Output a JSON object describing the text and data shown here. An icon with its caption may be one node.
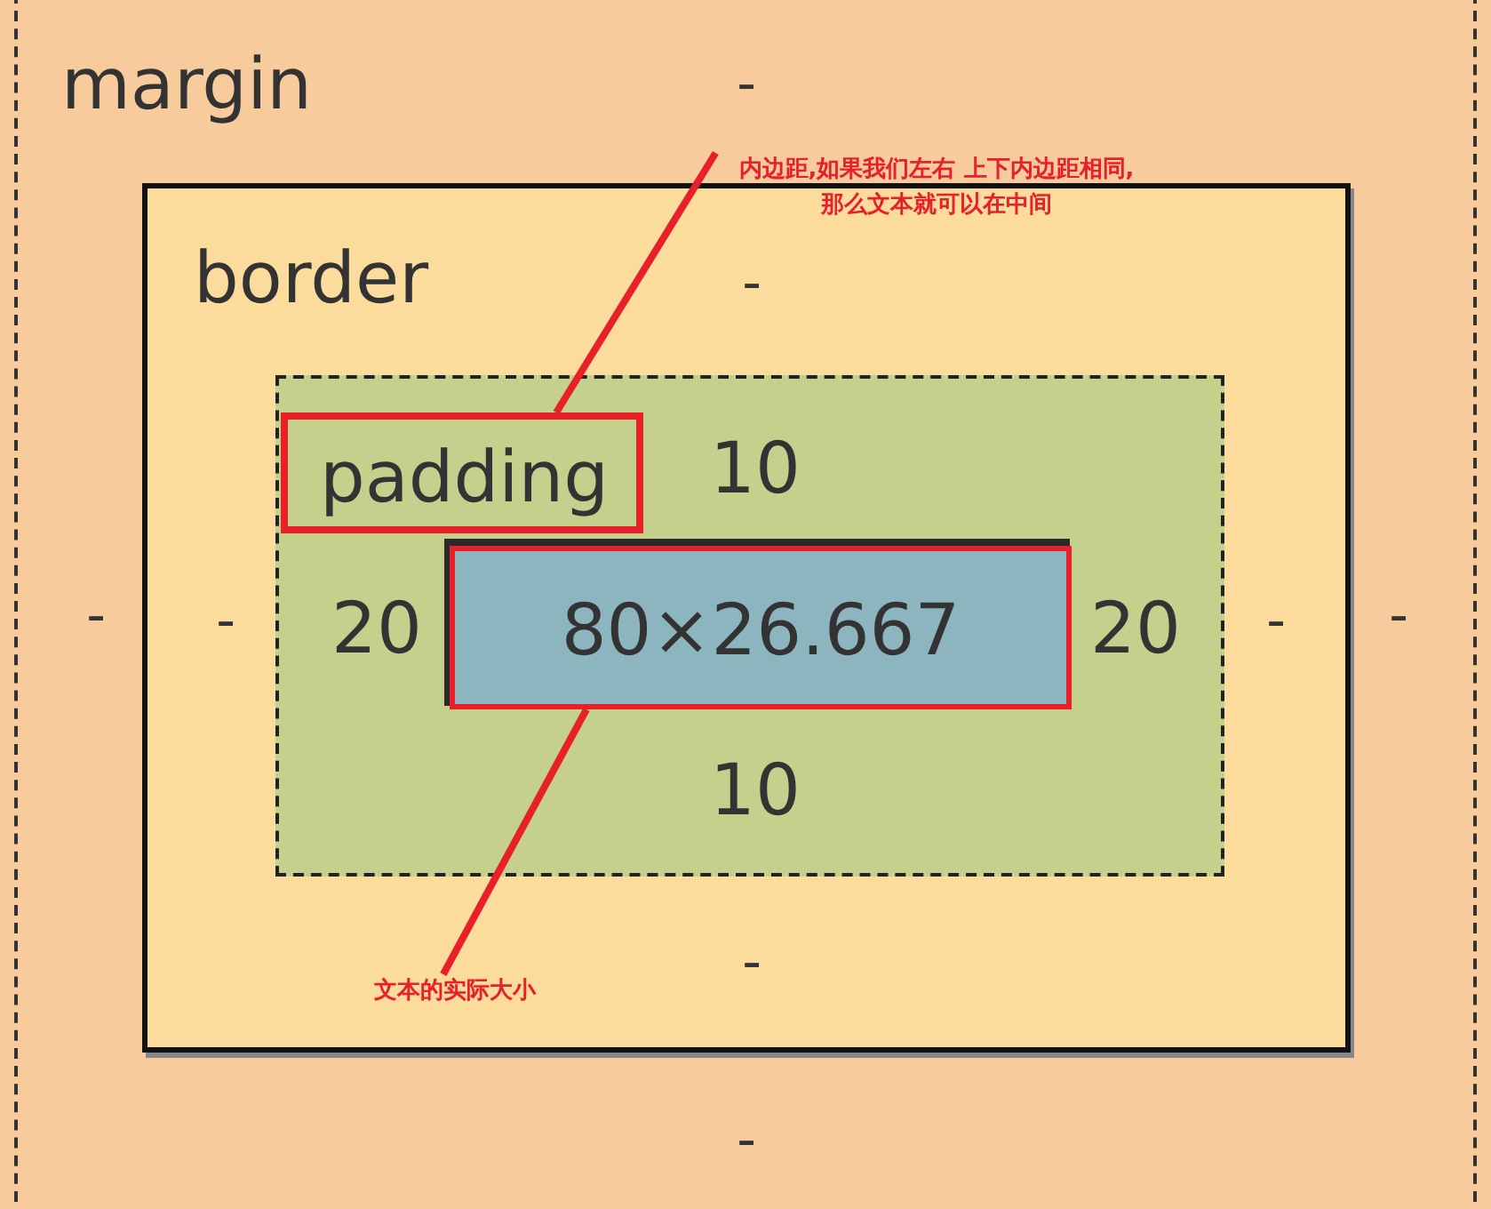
{
  "diagram": {
    "nodes": [
      {
        "text": [
          "margin",
          "-",
          "-",
          "-",
          "-"
        ]
      },
      {
        "text": [
          "border",
          "-",
          "-",
          "-",
          "-"
        ],
        "in": 0
      },
      {
        "text": [
          "10",
          "20",
          "20",
          "10"
        ],
        "in": 1
      },
      {
        "text": [
          "padding"
        ],
        "in": 2
      },
      {
        "text": [
          "80×26.667"
        ],
        "in": 2
      },
      {
        "text": [
          "内边距,如果我们左右 上下内边距相同,那么文本就可以在中间"
        ],
        "in": 0
      },
      {
        "text": [
          "文本的实际大小"
        ],
        "in": 1
      }
    ],
    "edges": [
      {
        "from": 5,
        "to": 3,
        "arrow": "none",
        "color": "#e8202a"
      },
      {
        "from": 6,
        "to": 4,
        "arrow": "none",
        "color": "#e8202a"
      }
    ]
  }
}
